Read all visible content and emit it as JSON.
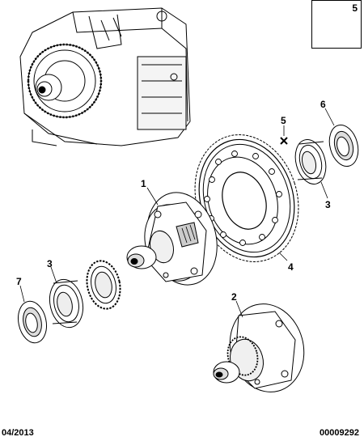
{
  "callouts": {
    "part_1": "1",
    "part_2": "2",
    "part_3_upper": "3",
    "part_3_lower": "3",
    "part_4": "4",
    "part_5": "5",
    "part_6": "6",
    "part_7": "7",
    "inset_5": "5"
  },
  "footer": {
    "date": "04/2013",
    "code": "00009292"
  }
}
